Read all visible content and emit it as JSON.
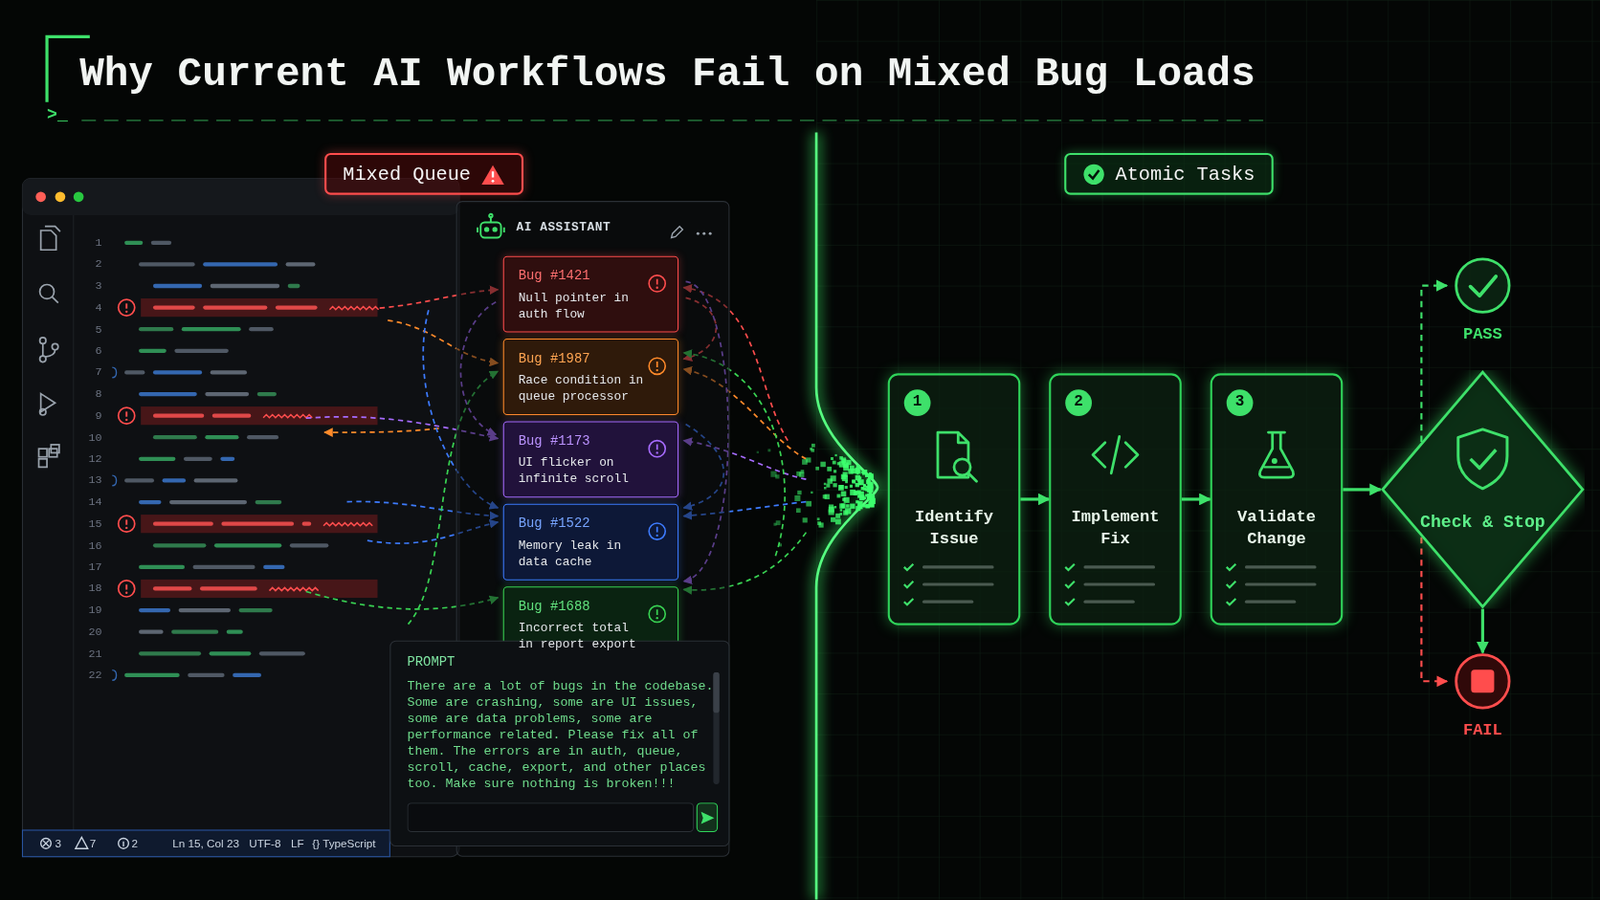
{
  "diagram": {
    "title": "Why Current AI Workflows Fail on Mixed Bug Loads",
    "nodes": [
      {
        "text": [
          "Mixed Queue"
        ]
      },
      {
        "text": [
          "AI ASSISTANT"
        ]
      },
      {
        "text": [
          "Bug #1421",
          "Null pointer in auth flow"
        ],
        "in": 1
      },
      {
        "text": [
          "Bug #1987",
          "Race condition in queue processor"
        ],
        "in": 1
      },
      {
        "text": [
          "Bug #1173",
          "UI flicker on infinite scroll"
        ],
        "in": 1
      },
      {
        "text": [
          "Bug #1522",
          "Memory leak in data cache"
        ],
        "in": 1
      },
      {
        "text": [
          "Bug #1688",
          "Incorrect total in report export"
        ],
        "in": 1
      },
      {
        "text": [
          "PROMPT",
          "There are a lot of bugs in the codebase. Some are crashing, some are UI issues, some are data problems, some are performance related. Please fix all of them. The errors are in auth, queue, scroll, cache, export, and other places too. Make sure nothing is broken!!!"
        ]
      },
      {
        "text": [
          "Atomic Tasks"
        ]
      },
      {
        "text": [
          "1",
          "Identify Issue"
        ]
      },
      {
        "text": [
          "2",
          "Implement Fix"
        ]
      },
      {
        "text": [
          "3",
          "Validate Change"
        ]
      },
      {
        "text": [
          "Check & Stop"
        ]
      },
      {
        "text": [
          "PASS"
        ]
      },
      {
        "text": [
          "FAIL"
        ]
      }
    ],
    "edges": [
      {
        "from": 9,
        "to": 10,
        "arrow": "to"
      },
      {
        "from": 10,
        "to": 11,
        "arrow": "to"
      },
      {
        "from": 11,
        "to": 12,
        "arrow": "to"
      },
      {
        "from": 12,
        "to": 13,
        "arrow": "to"
      },
      {
        "from": 12,
        "to": 14,
        "arrow": "to"
      },
      {
        "from": 12,
        "to": 14,
        "arrow": "to"
      }
    ],
    "labels": [
      ">_",
      "1",
      "2",
      "3",
      "4",
      "5",
      "6",
      "7",
      "8",
      "9",
      "10",
      "12",
      "13",
      "14",
      "15",
      "16",
      "17",
      "18",
      "19",
      "20",
      "21",
      "22",
      "3",
      "7",
      "2",
      "Ln 15, Col 23",
      "UTF-8",
      "LF",
      "{} TypeScript"
    ]
  }
}
